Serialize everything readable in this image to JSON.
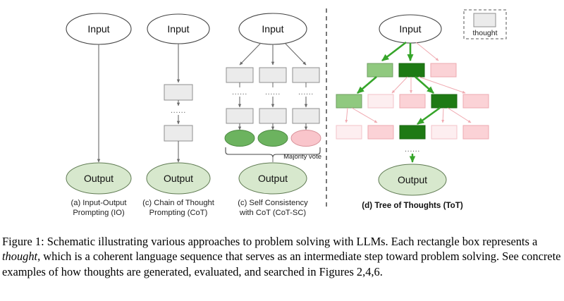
{
  "figure": {
    "caption_pre": "Figure 1: Schematic illustrating various approaches to problem solving with LLMs. Each rectangle box represents a ",
    "caption_em": "thought",
    "caption_post": ", which is a coherent language sequence that serves as an intermediate step toward problem solving. See concrete examples of how thoughts are generated, evaluated, and searched in Figures 2,4,6."
  },
  "labels": {
    "input": "Input",
    "output": "Output",
    "majority_vote": "Majority vote",
    "thought": "thought",
    "dots": "......"
  },
  "panels": {
    "io": {
      "line1": "(a) Input-Output",
      "line2": "Prompting (IO)"
    },
    "cot": {
      "line1": "(c) Chain of Thought",
      "line2": "Prompting (CoT)"
    },
    "cotsc": {
      "line1": "(c) Self Consistency",
      "line2": "with CoT (CoT-SC)"
    },
    "tot": {
      "line1": "(d) Tree of Thoughts (ToT)"
    }
  },
  "colors": {
    "output_green": "#d7e8cd",
    "vote_green": "#6cb35f",
    "vote_pink": "#f9c5cb",
    "thought_gray": "#ebebeb",
    "thought_stroke": "#8f8f8f",
    "tot_dark_green": "#1e7a14",
    "tot_light_green": "#90c97f",
    "tot_pink": "#fbd2d6",
    "tot_pale_pink": "#fdeef0",
    "arrow_green": "#36a52a",
    "arrow_pink": "#f0a9b0",
    "arrow_gray": "#6a6a6a",
    "divider": "#777777"
  },
  "chart_data": {
    "type": "diagram",
    "title": "Schematic of problem solving approaches with LLMs",
    "panels": [
      {
        "id": "io",
        "label": "(a) Input-Output Prompting (IO)",
        "nodes": [
          {
            "name": "Input",
            "shape": "ellipse",
            "fill": "white"
          },
          {
            "name": "Output",
            "shape": "ellipse",
            "fill": "light-green"
          }
        ],
        "edges": [
          {
            "from": "Input",
            "to": "Output",
            "color": "gray"
          }
        ]
      },
      {
        "id": "cot",
        "label": "(c) Chain of Thought Prompting (CoT)",
        "nodes": [
          {
            "name": "Input",
            "shape": "ellipse",
            "fill": "white"
          },
          {
            "name": "thought-1",
            "shape": "rect",
            "fill": "gray"
          },
          {
            "name": "ellipsis",
            "shape": "dots"
          },
          {
            "name": "thought-2",
            "shape": "rect",
            "fill": "gray"
          },
          {
            "name": "Output",
            "shape": "ellipse",
            "fill": "light-green"
          }
        ],
        "edges": [
          {
            "from": "Input",
            "to": "thought-1",
            "color": "gray"
          },
          {
            "from": "thought-1",
            "to": "ellipsis",
            "color": "gray"
          },
          {
            "from": "ellipsis",
            "to": "thought-2",
            "color": "gray"
          },
          {
            "from": "thought-2",
            "to": "Output",
            "color": "gray"
          }
        ]
      },
      {
        "id": "cotsc",
        "label": "(c) Self Consistency with CoT (CoT-SC)",
        "chains": 3,
        "nodes": [
          {
            "name": "Input",
            "shape": "ellipse",
            "fill": "white"
          },
          {
            "name": "thought-row1",
            "shape": "rect",
            "fill": "gray",
            "count": 3
          },
          {
            "name": "ellipsis-row",
            "shape": "dots",
            "count": 3
          },
          {
            "name": "thought-row2",
            "shape": "rect",
            "fill": "gray",
            "count": 3
          },
          {
            "name": "candidate-1",
            "shape": "ellipse",
            "fill": "dark-green"
          },
          {
            "name": "candidate-2",
            "shape": "ellipse",
            "fill": "dark-green"
          },
          {
            "name": "candidate-3",
            "shape": "ellipse",
            "fill": "pink"
          },
          {
            "name": "Output",
            "shape": "ellipse",
            "fill": "light-green"
          }
        ],
        "annotation": "Majority vote"
      },
      {
        "id": "tot",
        "label": "(d) Tree of Thoughts (ToT)",
        "legend": {
          "swatch": "gray-rect",
          "text": "thought"
        },
        "tree_levels": [
          {
            "level": 0,
            "nodes": [
              {
                "name": "Input",
                "shape": "ellipse",
                "fill": "white"
              }
            ]
          },
          {
            "level": 1,
            "nodes": [
              {
                "fill": "light-green",
                "state": "explored"
              },
              {
                "fill": "dark-green",
                "state": "selected"
              },
              {
                "fill": "pink",
                "state": "pruned"
              }
            ]
          },
          {
            "level": 2,
            "nodes": [
              {
                "fill": "light-green",
                "state": "explored"
              },
              {
                "fill": "pale-pink",
                "state": "pruned"
              },
              {
                "fill": "pink",
                "state": "pruned"
              },
              {
                "fill": "dark-green",
                "state": "selected"
              },
              {
                "fill": "pink",
                "state": "pruned"
              }
            ]
          },
          {
            "level": 3,
            "nodes": [
              {
                "fill": "pale-pink",
                "state": "pruned"
              },
              {
                "fill": "pink",
                "state": "pruned"
              },
              {
                "fill": "dark-green",
                "state": "selected"
              },
              {
                "fill": "pale-pink",
                "state": "pruned"
              },
              {
                "fill": "pink",
                "state": "pruned"
              }
            ]
          },
          {
            "level": 4,
            "nodes": [
              {
                "name": "Output",
                "shape": "ellipse",
                "fill": "light-green"
              }
            ]
          }
        ]
      }
    ]
  }
}
